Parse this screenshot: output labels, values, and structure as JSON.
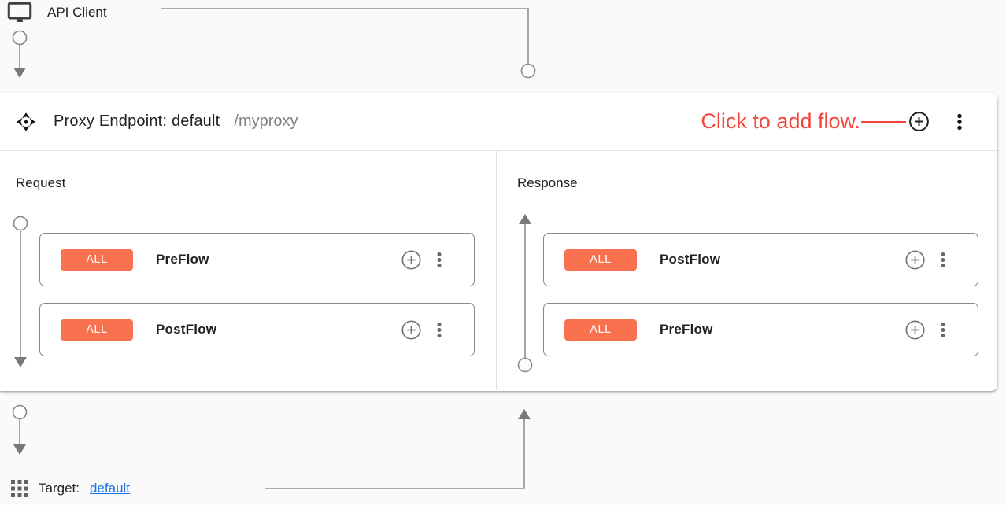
{
  "colors": {
    "badge_orange": "#fa7150",
    "annotation_red": "#f3463a",
    "link_blue": "#1a73e8"
  },
  "api_client": {
    "label": "API Client"
  },
  "proxy_endpoint": {
    "title": "Proxy Endpoint: default",
    "base_path": "/myproxy",
    "annotation": "Click to add flow.",
    "request": {
      "heading": "Request",
      "flows": [
        {
          "badge": "ALL",
          "name": "PreFlow"
        },
        {
          "badge": "ALL",
          "name": "PostFlow"
        }
      ]
    },
    "response": {
      "heading": "Response",
      "flows": [
        {
          "badge": "ALL",
          "name": "PostFlow"
        },
        {
          "badge": "ALL",
          "name": "PreFlow"
        }
      ]
    }
  },
  "target": {
    "label": "Target:",
    "link": "default"
  }
}
